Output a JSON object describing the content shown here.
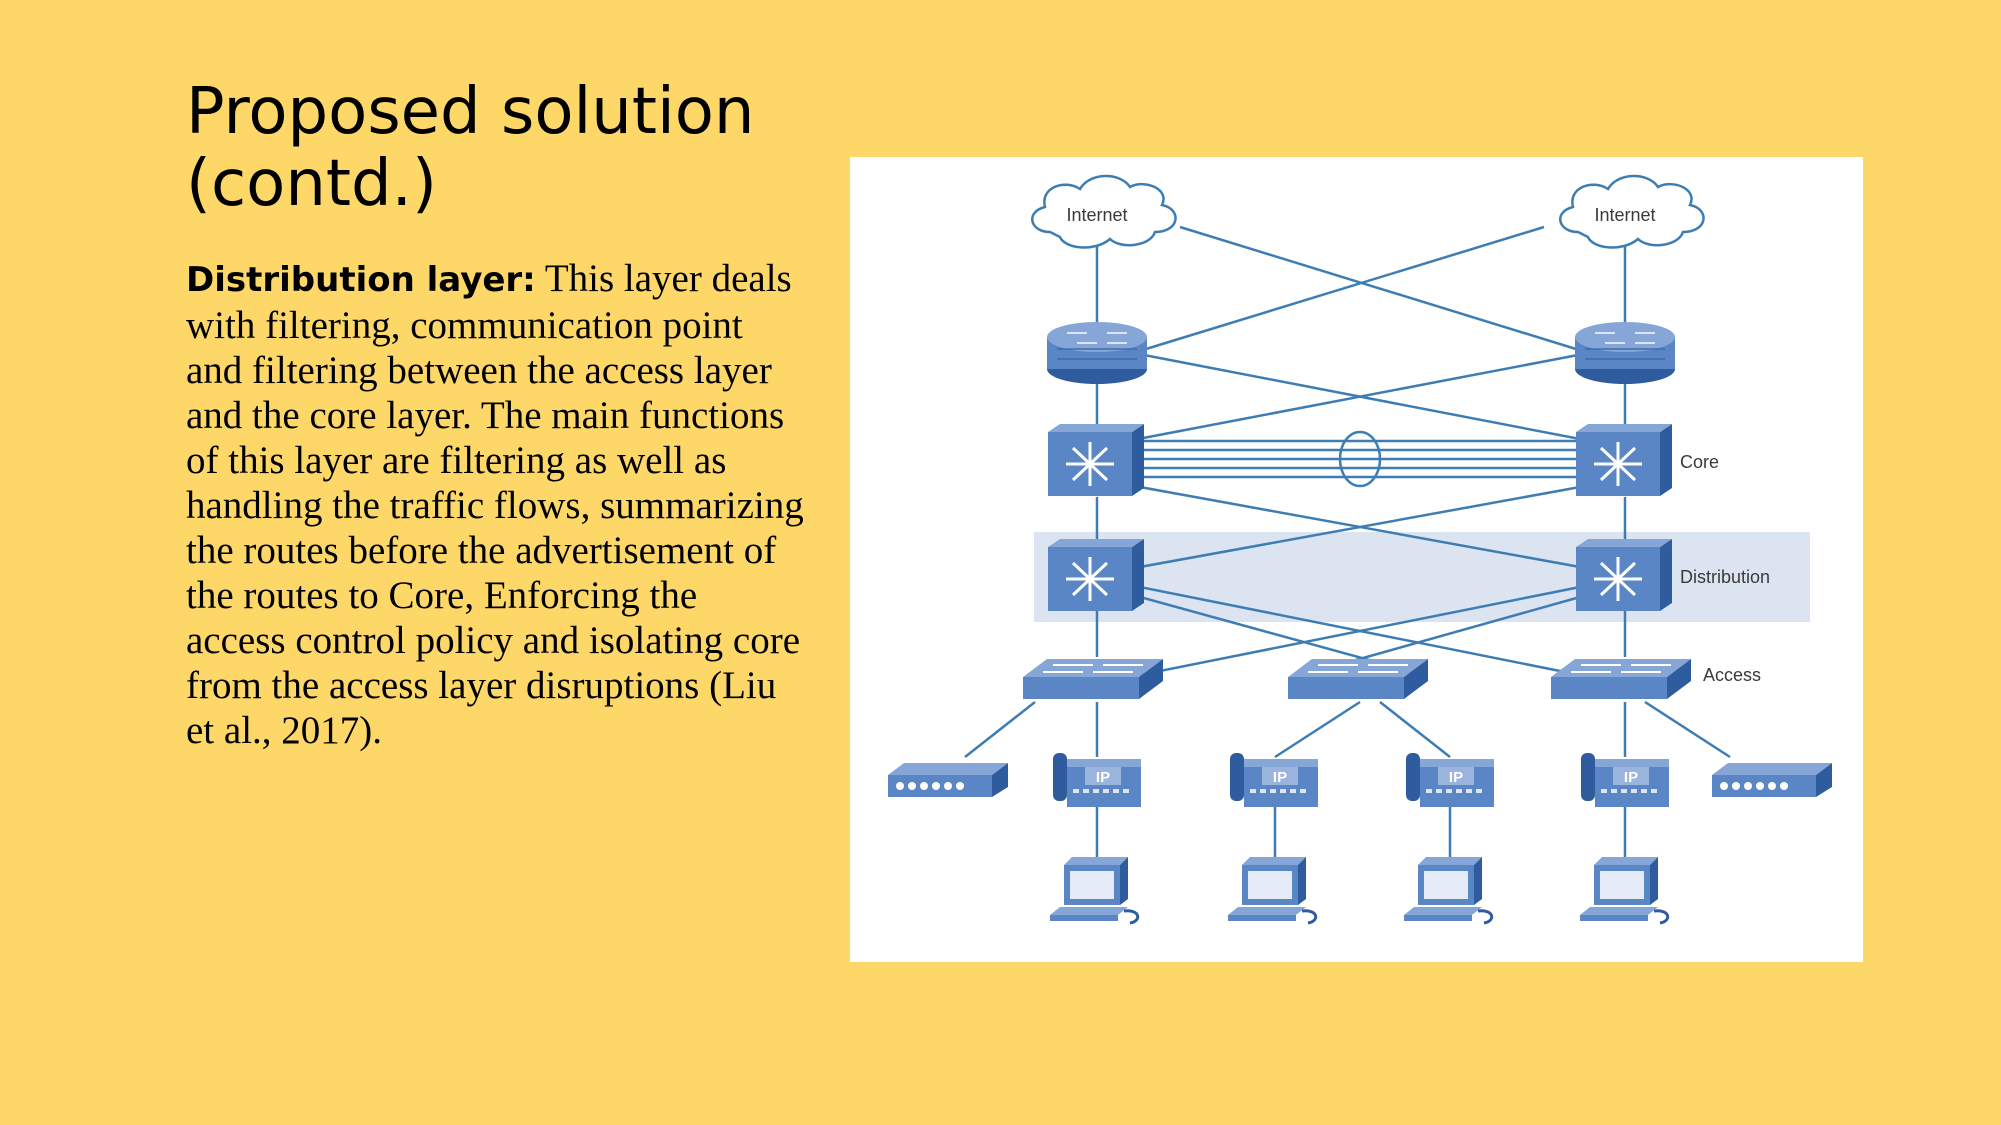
{
  "slide": {
    "title": "Proposed solution (contd.)",
    "lead": "Distribution layer:",
    "body": " This layer deals with filtering, communication point and filtering between the access layer and the core layer. The main functions of this layer are filtering as well as handling the traffic flows, summarizing the routes before the advertisement of the routes to Core, Enforcing the access control policy and isolating core from the access layer disruptions (Liu et al., 2017)."
  },
  "diagram": {
    "internet_left": "Internet",
    "internet_right": "Internet",
    "core_label": "Core",
    "distribution_label": "Distribution",
    "access_label": "Access",
    "phone_label": "IP",
    "colors": {
      "device": "#5A86C6",
      "device_dark": "#2F5C9E",
      "link": "#3E7DB3",
      "band": "#DCE4F2",
      "background": "#FDD868"
    },
    "icons": [
      "cloud-icon",
      "router-icon",
      "multilayer-switch-icon",
      "access-switch-icon",
      "ip-phone-icon",
      "hub-icon",
      "computer-icon"
    ]
  }
}
